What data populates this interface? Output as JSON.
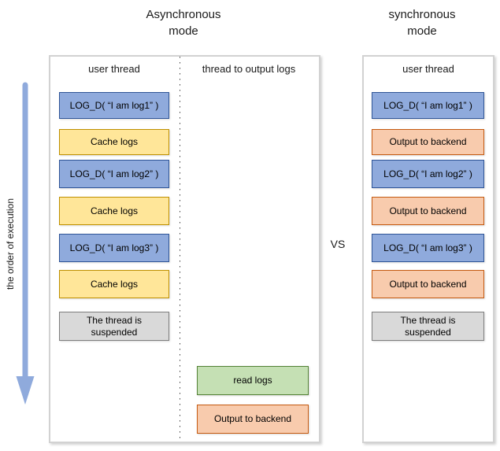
{
  "titles": {
    "async": "Asynchronous mode",
    "sync": "synchronous mode",
    "vs": "VS"
  },
  "execution_arrow": {
    "label": "the order of execution",
    "color": "#8faadc"
  },
  "async_panel": {
    "user_thread": {
      "header": "user thread",
      "steps": [
        {
          "label": "LOG_D( “I am log1” )",
          "type": "blue"
        },
        {
          "label": "Cache logs",
          "type": "yellow"
        },
        {
          "label": "LOG_D( “I am log2” )",
          "type": "blue"
        },
        {
          "label": "Cache logs",
          "type": "yellow"
        },
        {
          "label": "LOG_D( “I am log3” )",
          "type": "blue"
        },
        {
          "label": "Cache logs",
          "type": "yellow"
        },
        {
          "label": "The thread is suspended",
          "type": "gray"
        }
      ]
    },
    "output_thread": {
      "header": "thread to output logs",
      "steps": [
        {
          "label": "read logs",
          "type": "green"
        },
        {
          "label": "Output to backend",
          "type": "orange"
        }
      ]
    }
  },
  "sync_panel": {
    "user_thread": {
      "header": "user thread",
      "steps": [
        {
          "label": "LOG_D( “I am log1” )",
          "type": "blue"
        },
        {
          "label": "Output to backend",
          "type": "orange"
        },
        {
          "label": "LOG_D( “I am log2” )",
          "type": "blue"
        },
        {
          "label": "Output to backend",
          "type": "orange"
        },
        {
          "label": "LOG_D( “I am log3” )",
          "type": "blue"
        },
        {
          "label": "Output to backend",
          "type": "orange"
        },
        {
          "label": "The thread is suspended",
          "type": "gray"
        }
      ]
    }
  },
  "colors": {
    "log_call_fill": "#8faadc",
    "log_call_border": "#2f5597",
    "cache_fill": "#ffe699",
    "cache_border": "#bf9000",
    "output_fill": "#f8cbad",
    "output_border": "#c55a11",
    "read_fill": "#c5e0b4",
    "read_border": "#538135",
    "suspended_fill": "#d9d9d9",
    "suspended_border": "#7f7f7f",
    "panel_border": "#d2d2d2",
    "arrow": "#8faadc"
  }
}
